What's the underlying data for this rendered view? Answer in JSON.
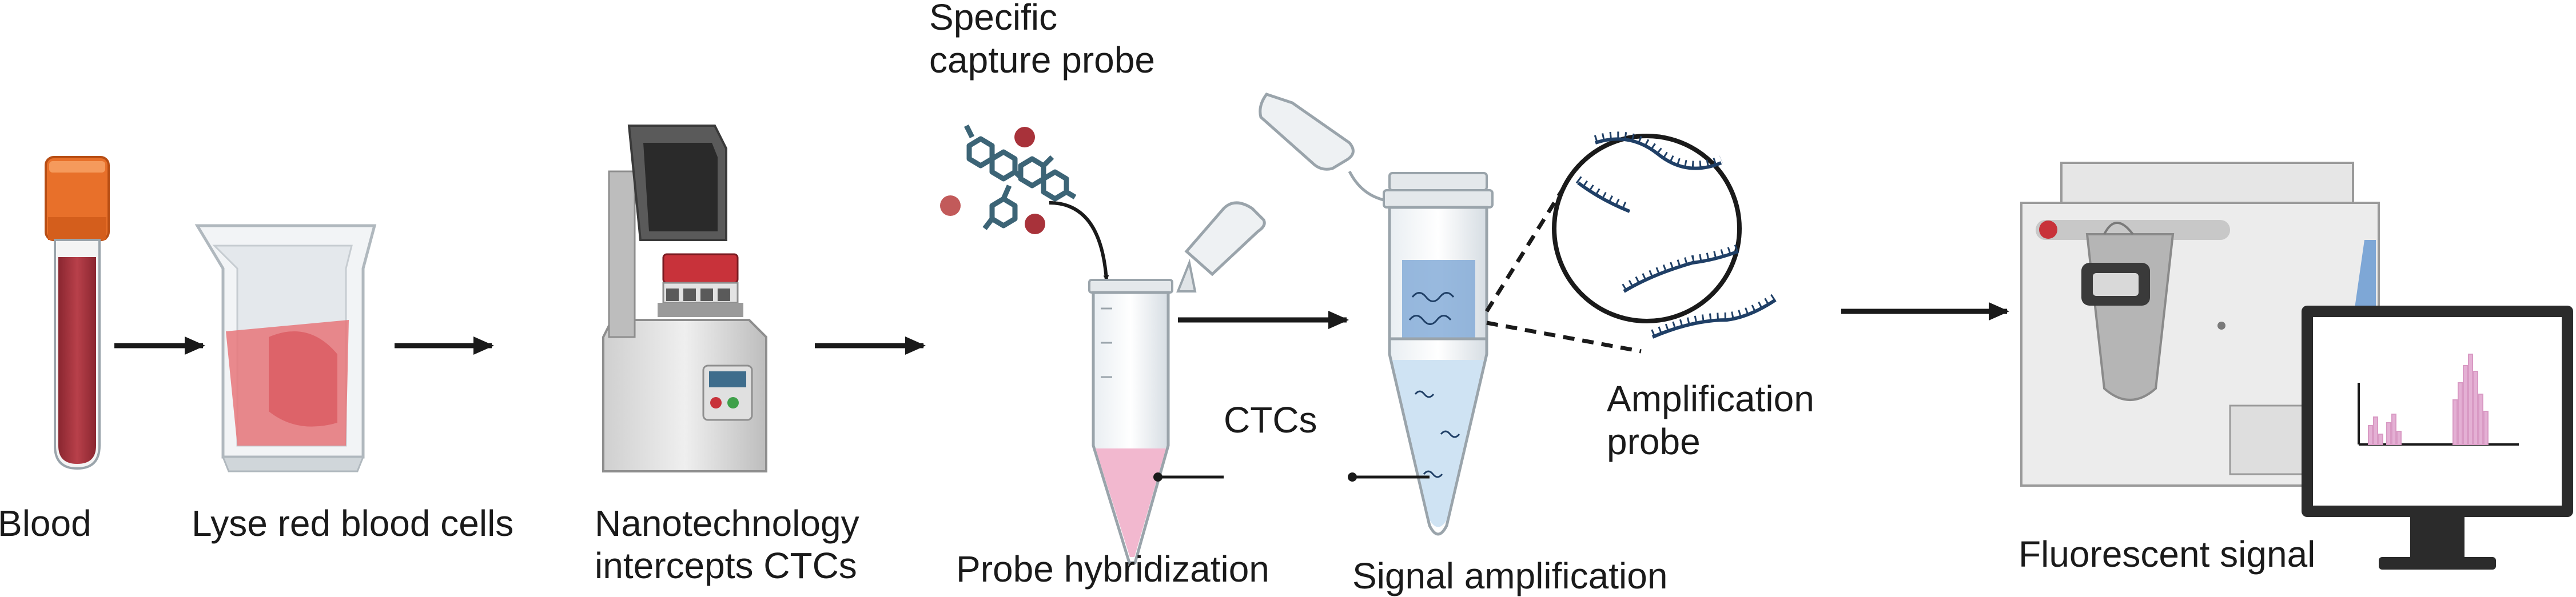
{
  "labels": {
    "blood": "Blood",
    "lyse": "Lyse red blood cells",
    "nano_line1": "Nanotechnology",
    "nano_line2": "intercepts CTCs",
    "capture_line1": "Specific",
    "capture_line2": "capture probe",
    "ctcs": "CTCs",
    "probe_hyb": "Probe hybridization",
    "signal_amp": "Signal amplification",
    "amp_line1": "Amplification",
    "amp_line2": "probe",
    "fluor": "Fluorescent signal"
  },
  "icons": [
    "blood-tube-icon",
    "lysis-cuvette-icon",
    "nanotech-instrument-icon",
    "capture-probe-molecules-icon",
    "hybridization-tube-icon",
    "amplification-tube-icon",
    "amplification-probe-magnifier-icon",
    "fluorescence-analyzer-icon",
    "monitor-icon"
  ],
  "colors": {
    "blood": "#a8323a",
    "cap": "#e8702a",
    "pink_liquid": "#f2b8cf",
    "probe_blue": "#1f3f66",
    "arrow": "#1a1a1a",
    "peaks": "#d99ac4"
  }
}
